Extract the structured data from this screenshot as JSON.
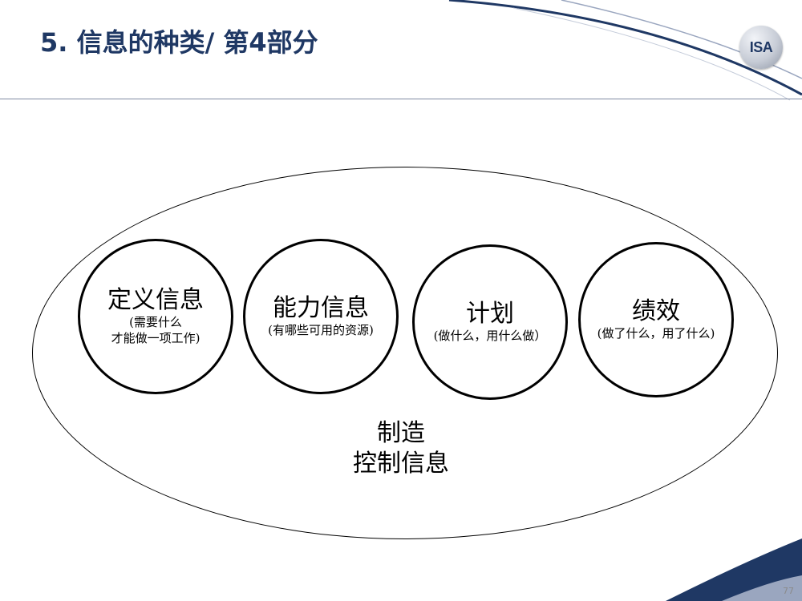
{
  "slide": {
    "title": "5. 信息的种类/ 第4部分",
    "page_number": "77",
    "logo_text": "ISA",
    "accent_color": "#1f3864"
  },
  "diagram": {
    "outer_label_line1": "制造",
    "outer_label_line2": "控制信息",
    "circles": [
      {
        "title": "定义信息",
        "sub_line1": "(需要什么",
        "sub_line2": "才能做一项工作)"
      },
      {
        "title": "能力信息",
        "sub_line1": "(有哪些可用的资源)"
      },
      {
        "title": "计划",
        "sub_line1": "(做什么，用什么做）"
      },
      {
        "title": "绩效",
        "sub_line1": "(做了什么，用了什么)"
      }
    ]
  }
}
